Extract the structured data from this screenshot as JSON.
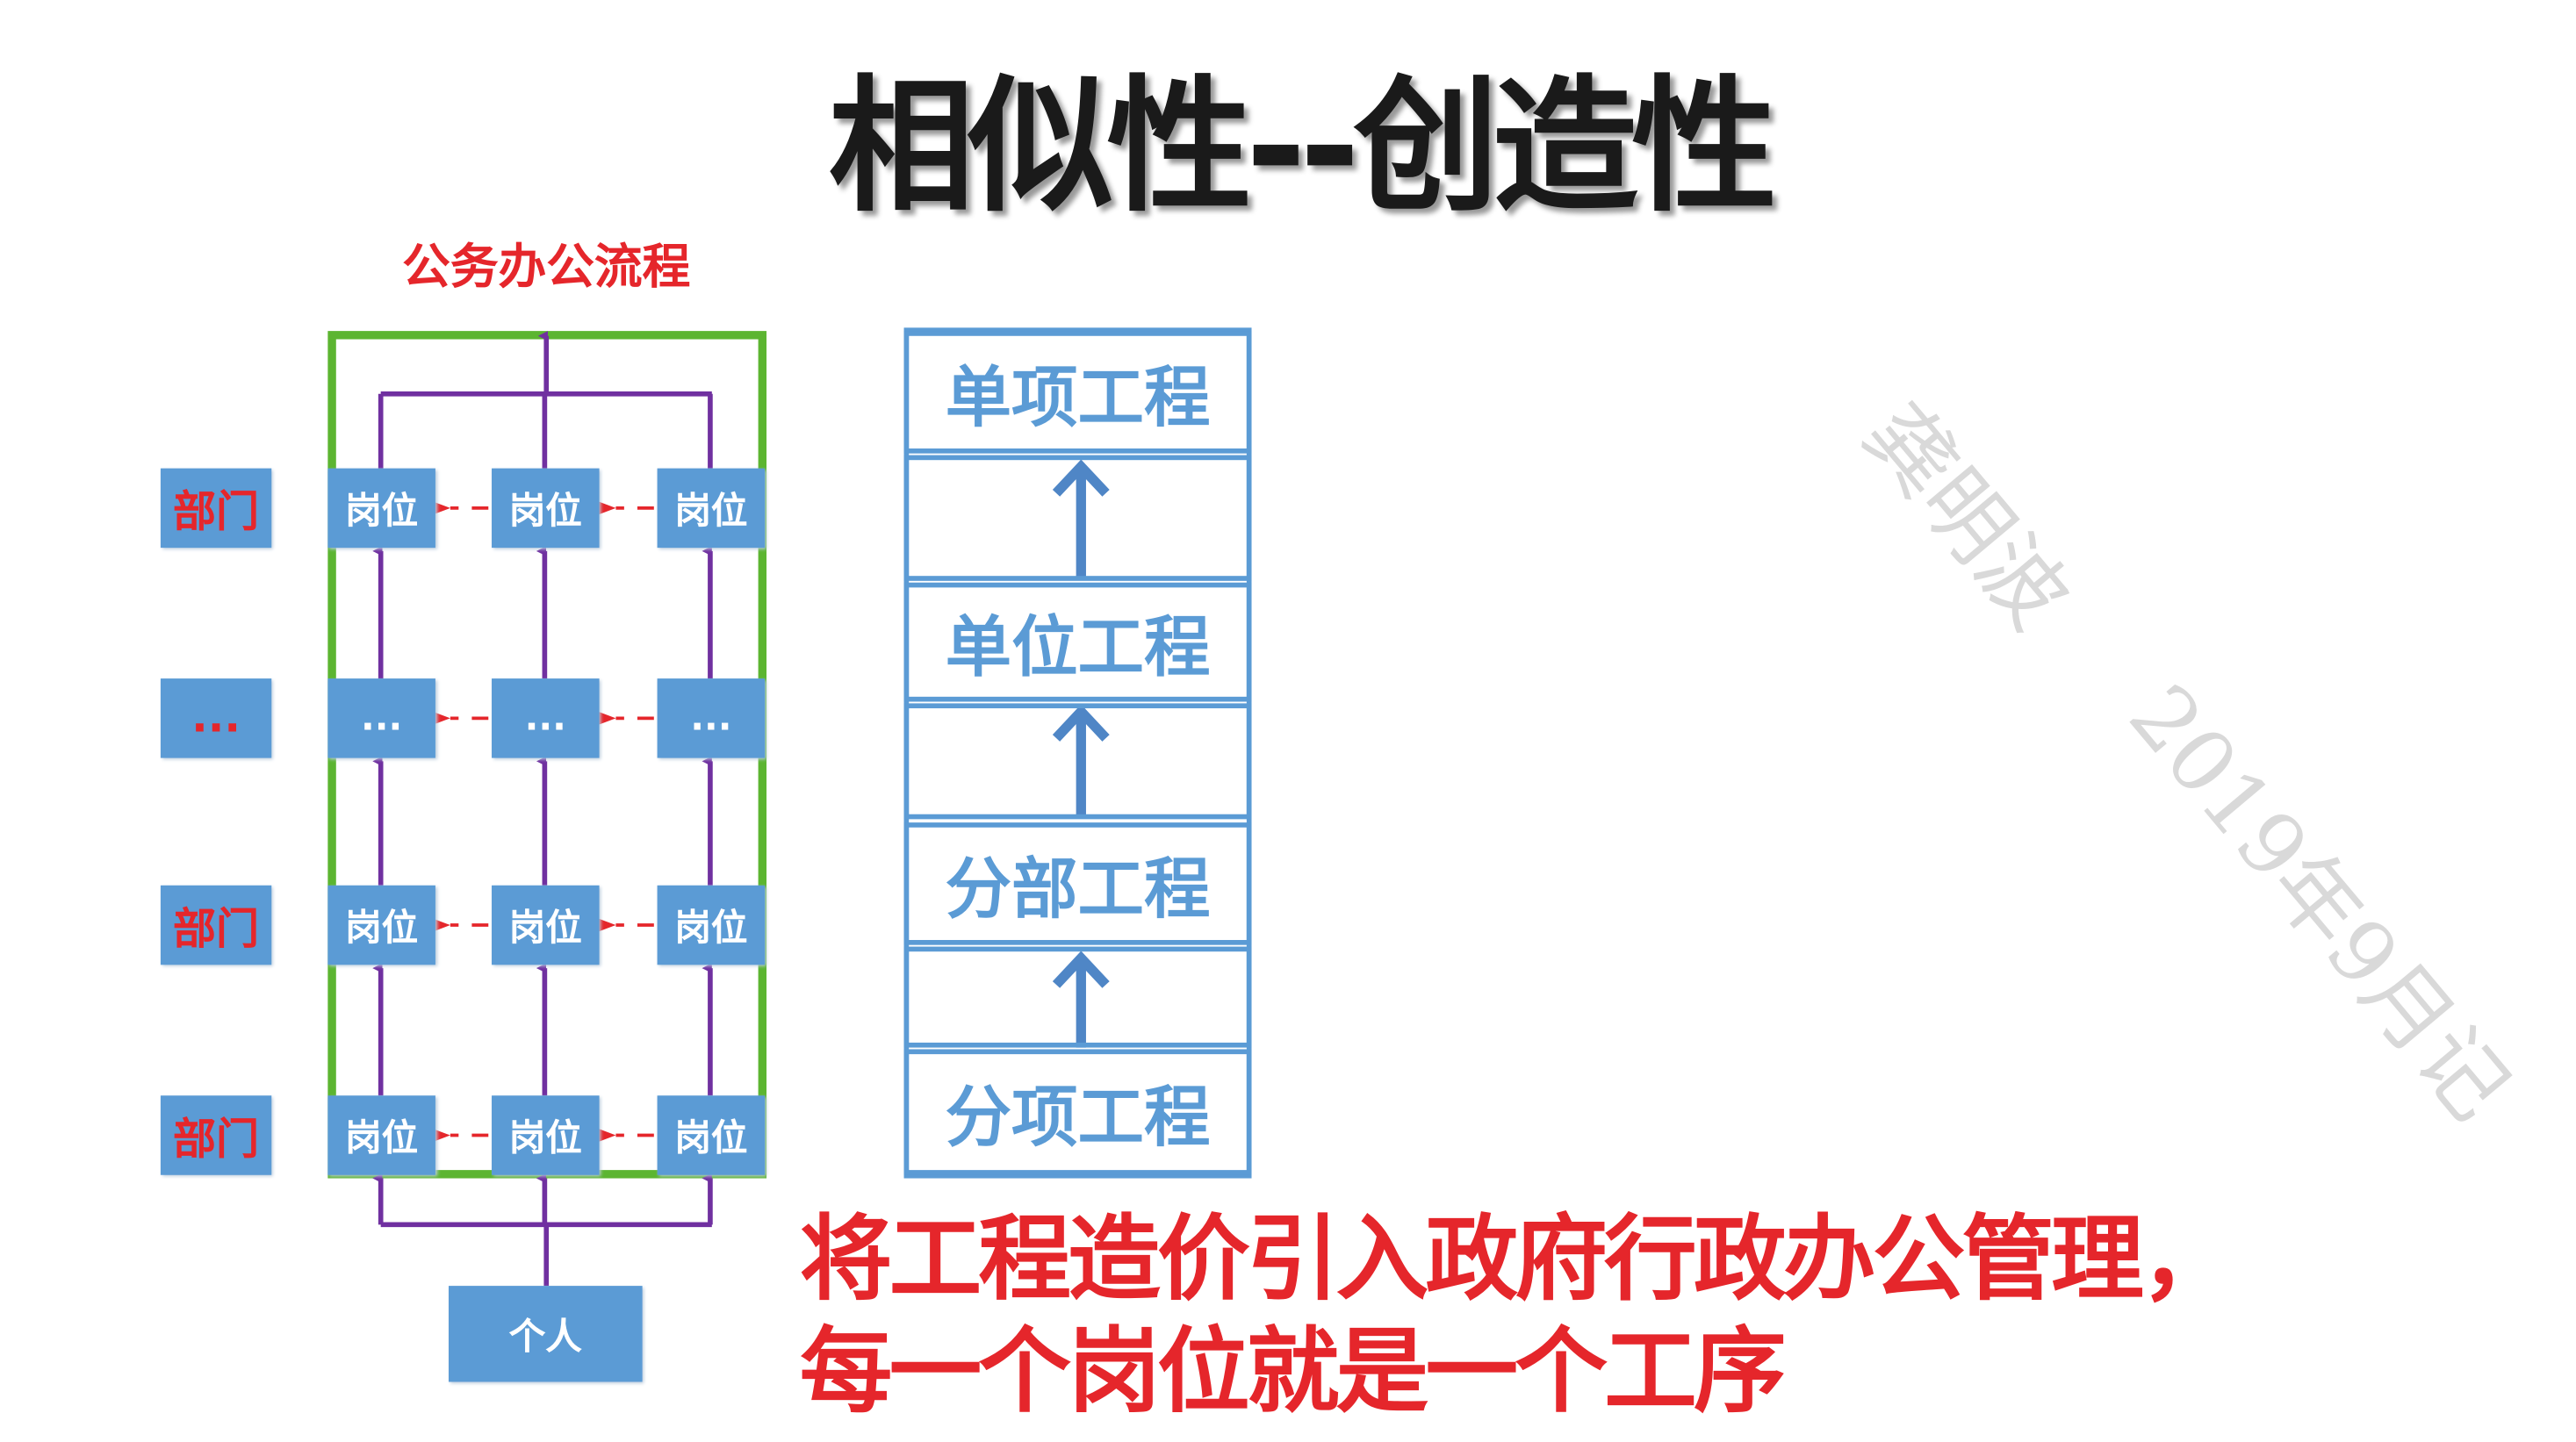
{
  "title": "相似性--创造性",
  "left_diagram": {
    "title": "公务办公流程",
    "departments": [
      "部门",
      "...",
      "部门",
      "部门"
    ],
    "rows": [
      [
        "岗位",
        "岗位",
        "岗位"
      ],
      [
        "...",
        "...",
        "..."
      ],
      [
        "岗位",
        "岗位",
        "岗位"
      ],
      [
        "岗位",
        "岗位",
        "岗位"
      ]
    ],
    "source": "个人"
  },
  "right_diagram": {
    "levels": [
      "单项工程",
      "单位工程",
      "分部工程",
      "分项工程"
    ]
  },
  "note": {
    "line1": "将工程造价引入政府行政办公管理，",
    "line2": "每一个岗位就是一个工序"
  },
  "watermark": {
    "name": "龚明波",
    "date": "2019年9月记"
  },
  "colors": {
    "accent_red": "#e5262b",
    "box_blue": "#5b9bd5",
    "frame_green": "#5cb531",
    "arrow_purple": "#7030a0"
  }
}
